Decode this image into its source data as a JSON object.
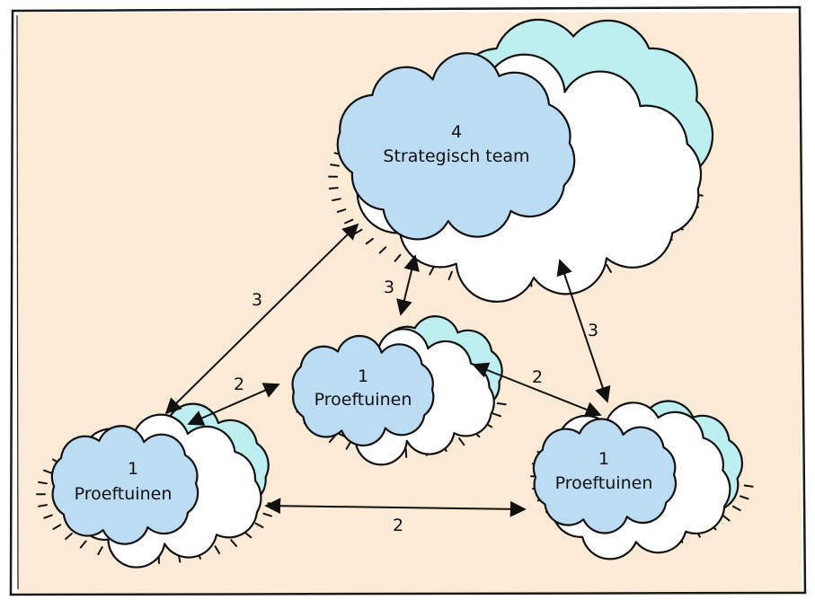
{
  "colors": {
    "background": "#fbebd6",
    "frame": "#1a1a1a",
    "cloud_front": "#bcdcf4",
    "cloud_middle": "#ffffff",
    "cloud_back": "#bdeef0",
    "outline": "#111111"
  },
  "nodes": {
    "strategic": {
      "number": "4",
      "label": "Strategisch team"
    },
    "center": {
      "number": "1",
      "label": "Proeftuinen"
    },
    "left": {
      "number": "1",
      "label": "Proeftuinen"
    },
    "right": {
      "number": "1",
      "label": "Proeftuinen"
    }
  },
  "edges": [
    {
      "from": "strategic",
      "to": "left",
      "label": "3"
    },
    {
      "from": "strategic",
      "to": "center",
      "label": "3"
    },
    {
      "from": "strategic",
      "to": "right",
      "label": "3"
    },
    {
      "from": "left",
      "to": "center",
      "label": "2"
    },
    {
      "from": "center",
      "to": "right",
      "label": "2"
    },
    {
      "from": "left",
      "to": "right",
      "label": "2"
    }
  ]
}
